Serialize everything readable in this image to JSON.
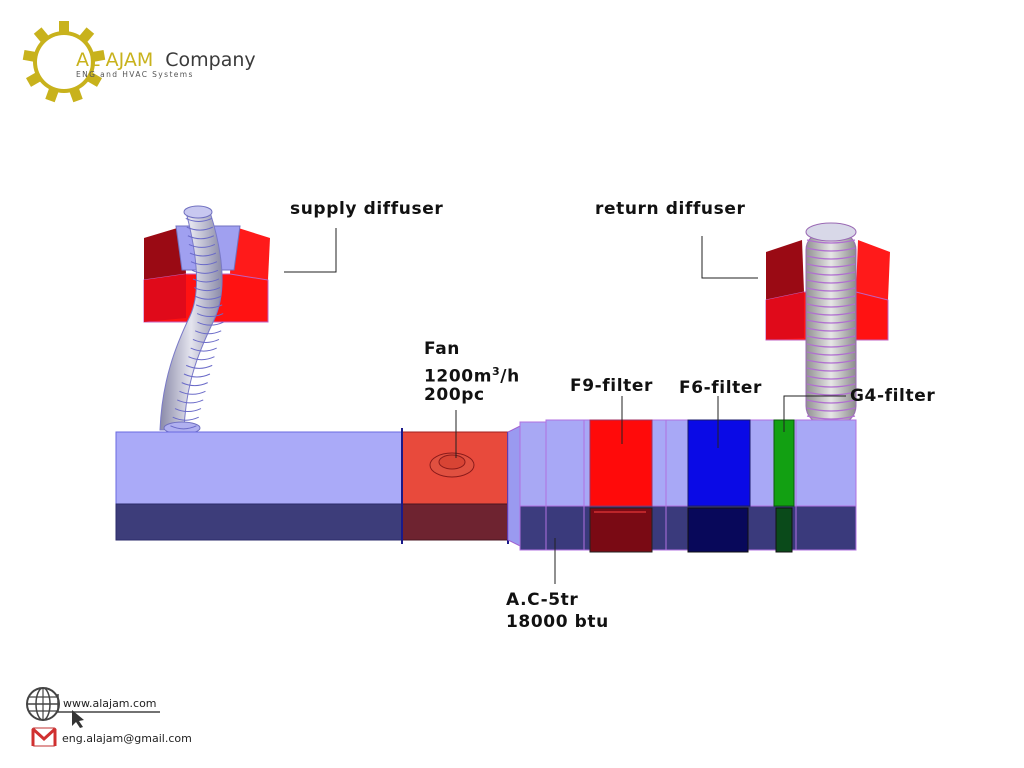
{
  "logo": {
    "name_part1": "AL AJAM",
    "name_part2": "Company",
    "tagline": "ENG and HVAC Systems"
  },
  "labels": {
    "supply_diffuser": "supply diffuser",
    "return_diffuser": "return diffuser",
    "fan_line1": "Fan",
    "fan_line2_prefix": "1200m",
    "fan_line2_sup": "3",
    "fan_line2_suffix": "/h",
    "fan_line3": "200pc",
    "f9_filter": "F9-filter",
    "f6_filter": "F6-filter",
    "g4_filter": "G4-filter",
    "ac_line1": "A.C-5tr",
    "ac_line2": "18000 btu"
  },
  "contact": {
    "website": "www.alajam.com",
    "email": "eng.alajam@gmail.com"
  },
  "colors": {
    "duct_light": "#a9a9f9",
    "duct_dark": "#3a3a7a",
    "fan": "#e8473a",
    "f9": "#ff0a0a",
    "f6": "#0a0ae6",
    "g4": "#12a012",
    "diffuser_red": "#ff1a1a",
    "flex_duct": "#a6a6b8",
    "logo_gold": "#c8b21c"
  },
  "icons": {
    "logo": "gear-icon",
    "website": "globe-icon",
    "email": "mail-icon",
    "pointer": "cursor-arrow-icon"
  }
}
